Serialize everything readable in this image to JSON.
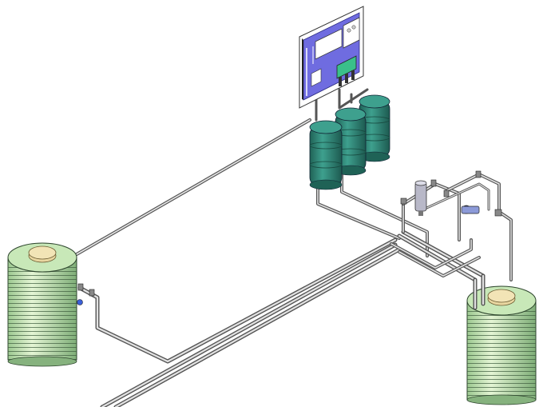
{
  "scene": {
    "components": [
      {
        "id": "tank-left",
        "type": "storage-tank"
      },
      {
        "id": "tank-right",
        "type": "storage-tank"
      },
      {
        "id": "drum-1",
        "type": "chemical-drum"
      },
      {
        "id": "drum-2",
        "type": "chemical-drum"
      },
      {
        "id": "drum-3",
        "type": "chemical-drum"
      },
      {
        "id": "control-panel",
        "type": "wall-mounted-panel"
      },
      {
        "id": "filter-housing",
        "type": "cartridge-filter"
      },
      {
        "id": "dosing-pump",
        "type": "pump"
      }
    ]
  },
  "colors": {
    "tank_body": "#c8e8b8",
    "tank_lid": "#e8d6a0",
    "drum": "#2f8a7a",
    "drum_dark": "#1f6256",
    "panel": "#6f6ce0",
    "panel_light": "#a9a7f0",
    "pipe": "#5b5b5b",
    "pipe_light": "#d9d9d9",
    "accent_blue": "#3a5fd8",
    "accent_green": "#40c08a"
  }
}
